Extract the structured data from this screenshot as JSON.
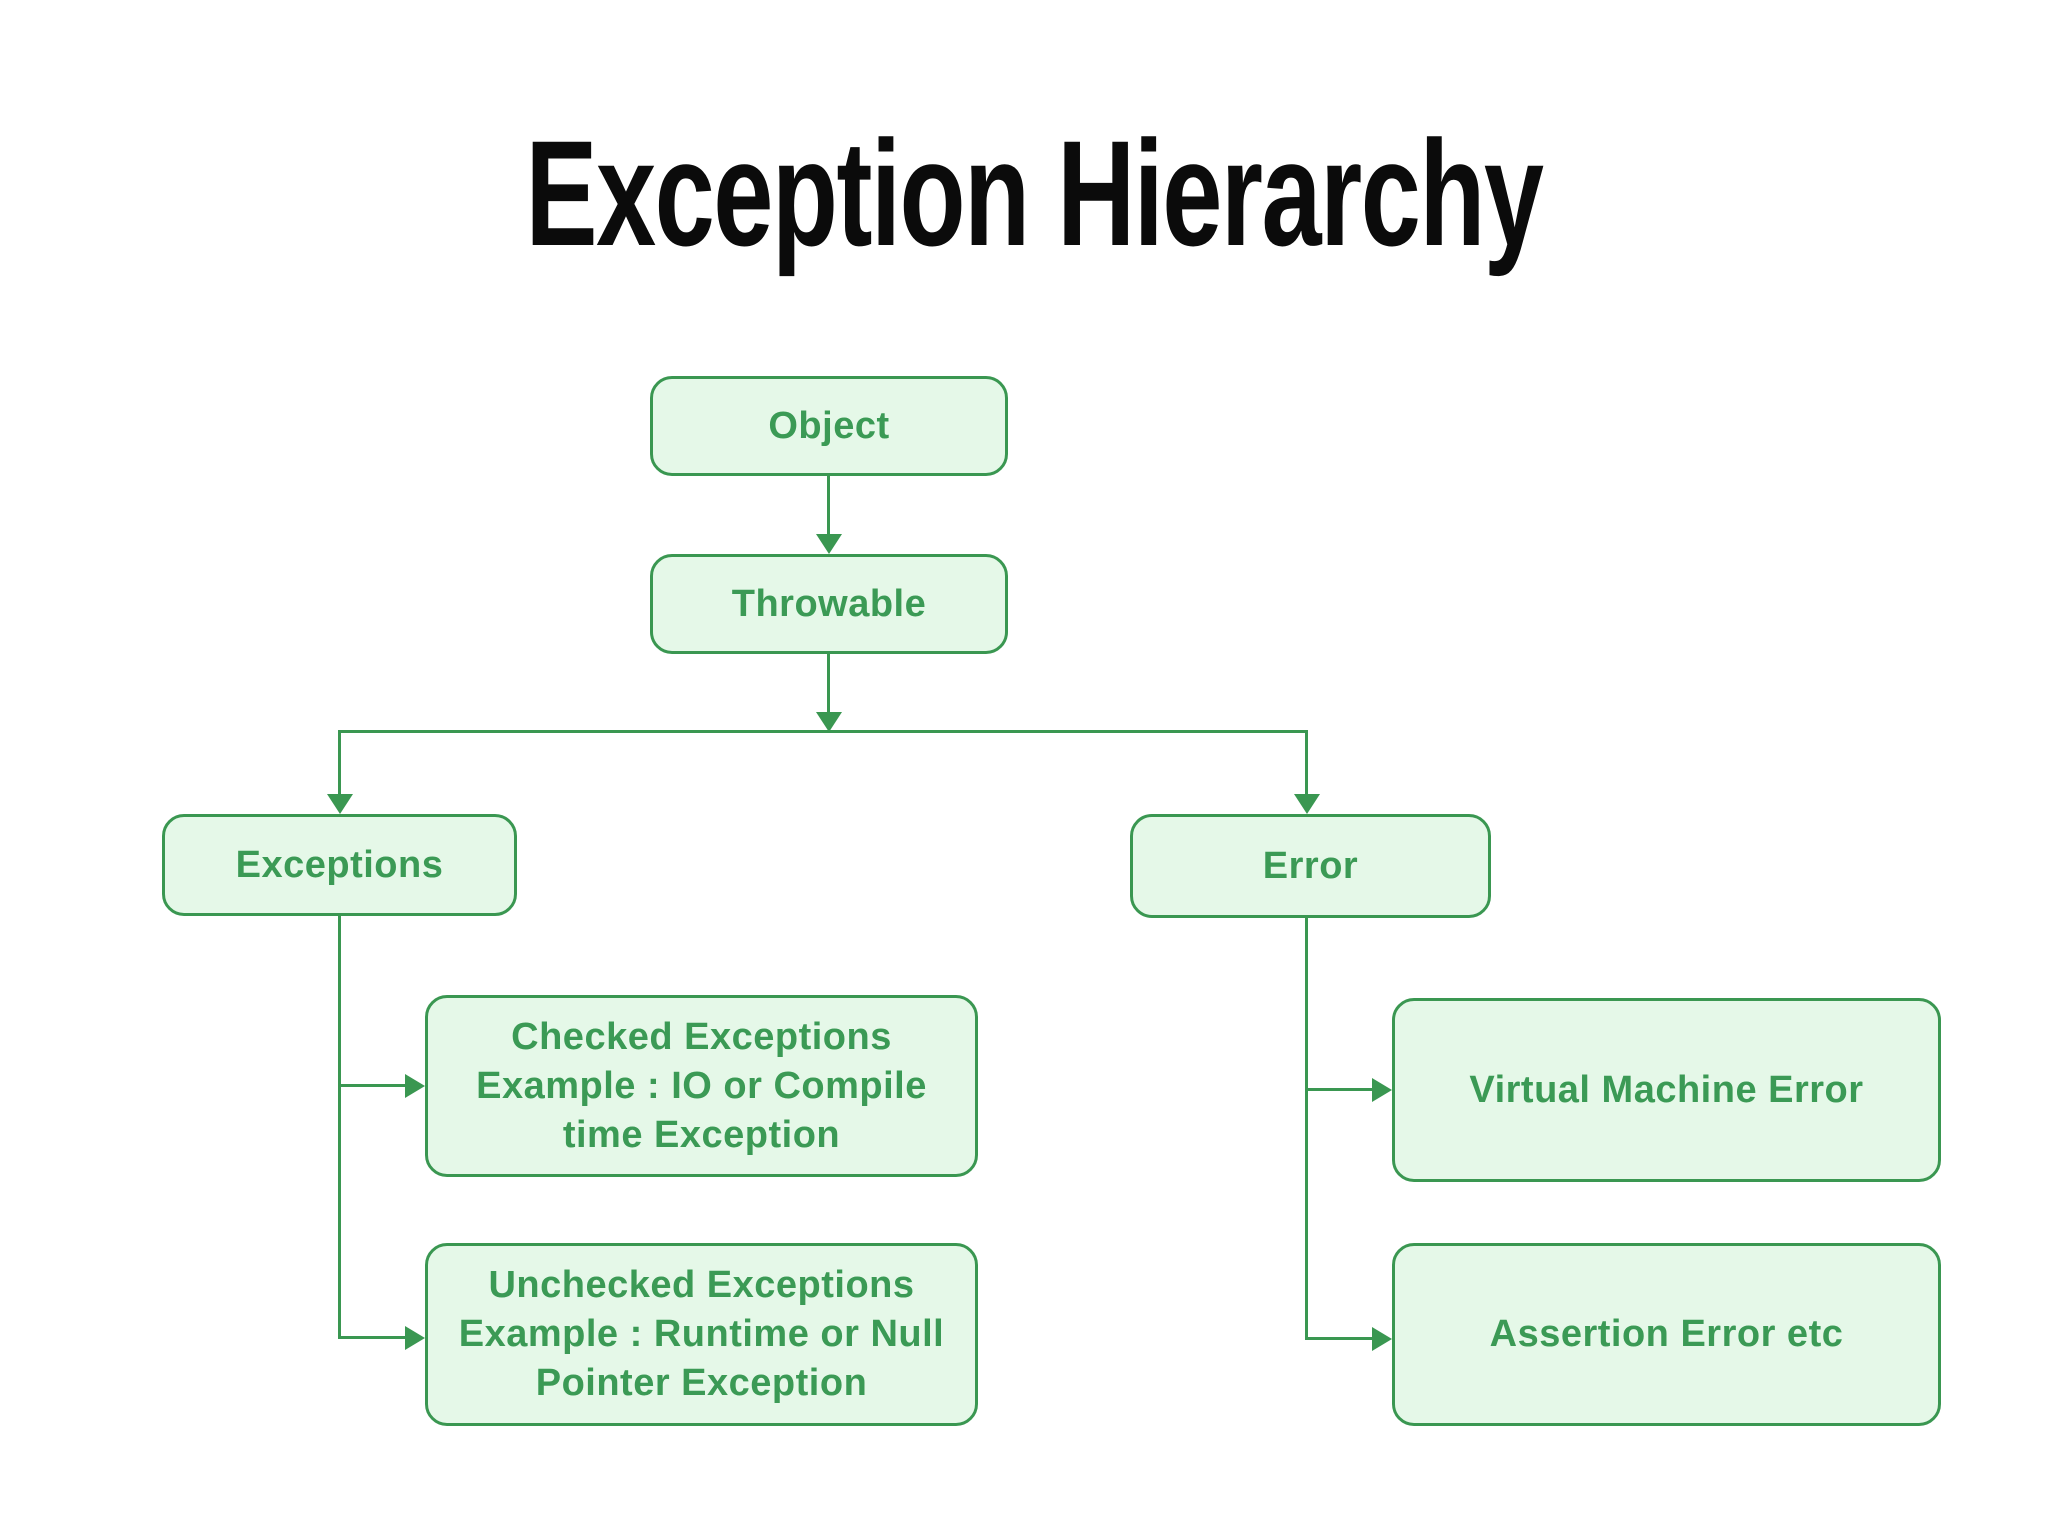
{
  "title": {
    "text": "Exception Hierarchy"
  },
  "colors": {
    "background": "#ffffff",
    "title_text": "#0b0b0b",
    "node_fill": "#e5f8e8",
    "node_border": "#3a9751",
    "node_text": "#3b9a55",
    "connector": "#3a9751"
  },
  "diagram": {
    "nodes": {
      "object": {
        "label": "Object"
      },
      "throwable": {
        "label": "Throwable"
      },
      "exceptions": {
        "label": "Exceptions"
      },
      "error": {
        "label": "Error"
      },
      "checked_exceptions": {
        "lines": [
          "Checked Exceptions",
          "Example : IO or Compile",
          "time Exception"
        ]
      },
      "unchecked_exceptions": {
        "lines": [
          "Unchecked Exceptions",
          "Example : Runtime or Null",
          "Pointer Exception"
        ]
      },
      "virtual_machine_error": {
        "label": "Virtual Machine Error"
      },
      "assertion_error": {
        "label": "Assertion Error etc"
      }
    }
  }
}
